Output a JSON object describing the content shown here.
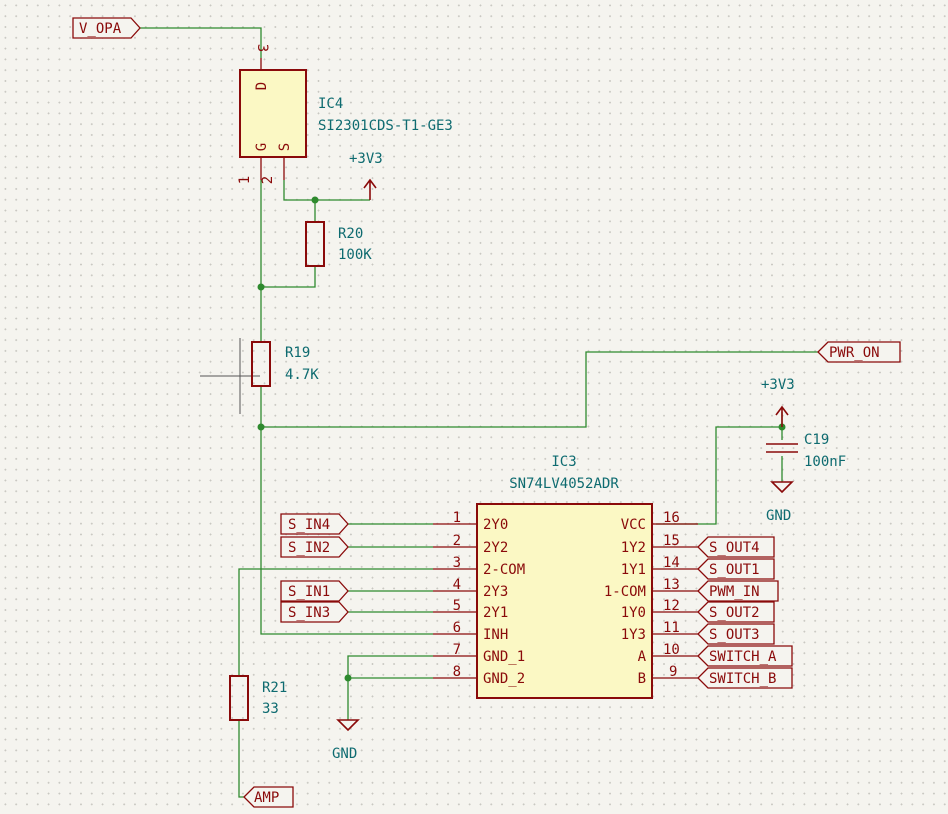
{
  "global_labels": {
    "v_opa": "V_OPA",
    "pwr_on": "PWR_ON",
    "amp": "AMP",
    "s_in4": "S_IN4",
    "s_in2": "S_IN2",
    "s_in1": "S_IN1",
    "s_in3": "S_IN3",
    "s_out4": "S_OUT4",
    "s_out1": "S_OUT1",
    "pwm_in": "PWM_IN",
    "s_out2": "S_OUT2",
    "s_out3": "S_OUT3",
    "switch_a": "SWITCH_A",
    "switch_b": "SWITCH_B"
  },
  "ic4": {
    "ref": "IC4",
    "value": "SI2301CDS-T1-GE3",
    "pin_d": "D",
    "pin_g": "G",
    "pin_s": "S",
    "pin3": "3",
    "pin1": "1",
    "pin2": "2"
  },
  "r20": {
    "ref": "R20",
    "value": "100K"
  },
  "r19": {
    "ref": "R19",
    "value": "4.7K"
  },
  "r21": {
    "ref": "R21",
    "value": "33"
  },
  "c19": {
    "ref": "C19",
    "value": "100nF"
  },
  "power": {
    "v33_top": "+3V3",
    "v33_c19": "+3V3",
    "gnd_c19": "GND",
    "gnd_ic3": "GND"
  },
  "ic3": {
    "ref": "IC3",
    "value": "SN74LV4052ADR",
    "left_pins": [
      {
        "num": "1",
        "name": "2Y0"
      },
      {
        "num": "2",
        "name": "2Y2"
      },
      {
        "num": "3",
        "name": "2-COM"
      },
      {
        "num": "4",
        "name": "2Y3"
      },
      {
        "num": "5",
        "name": "2Y1"
      },
      {
        "num": "6",
        "name": "INH"
      },
      {
        "num": "7",
        "name": "GND_1"
      },
      {
        "num": "8",
        "name": "GND_2"
      }
    ],
    "right_pins": [
      {
        "num": "16",
        "name": "VCC"
      },
      {
        "num": "15",
        "name": "1Y2"
      },
      {
        "num": "14",
        "name": "1Y1"
      },
      {
        "num": "13",
        "name": "1-COM"
      },
      {
        "num": "12",
        "name": "1Y0"
      },
      {
        "num": "11",
        "name": "1Y3"
      },
      {
        "num": "10",
        "name": "A"
      },
      {
        "num": "9",
        "name": "B"
      }
    ]
  }
}
